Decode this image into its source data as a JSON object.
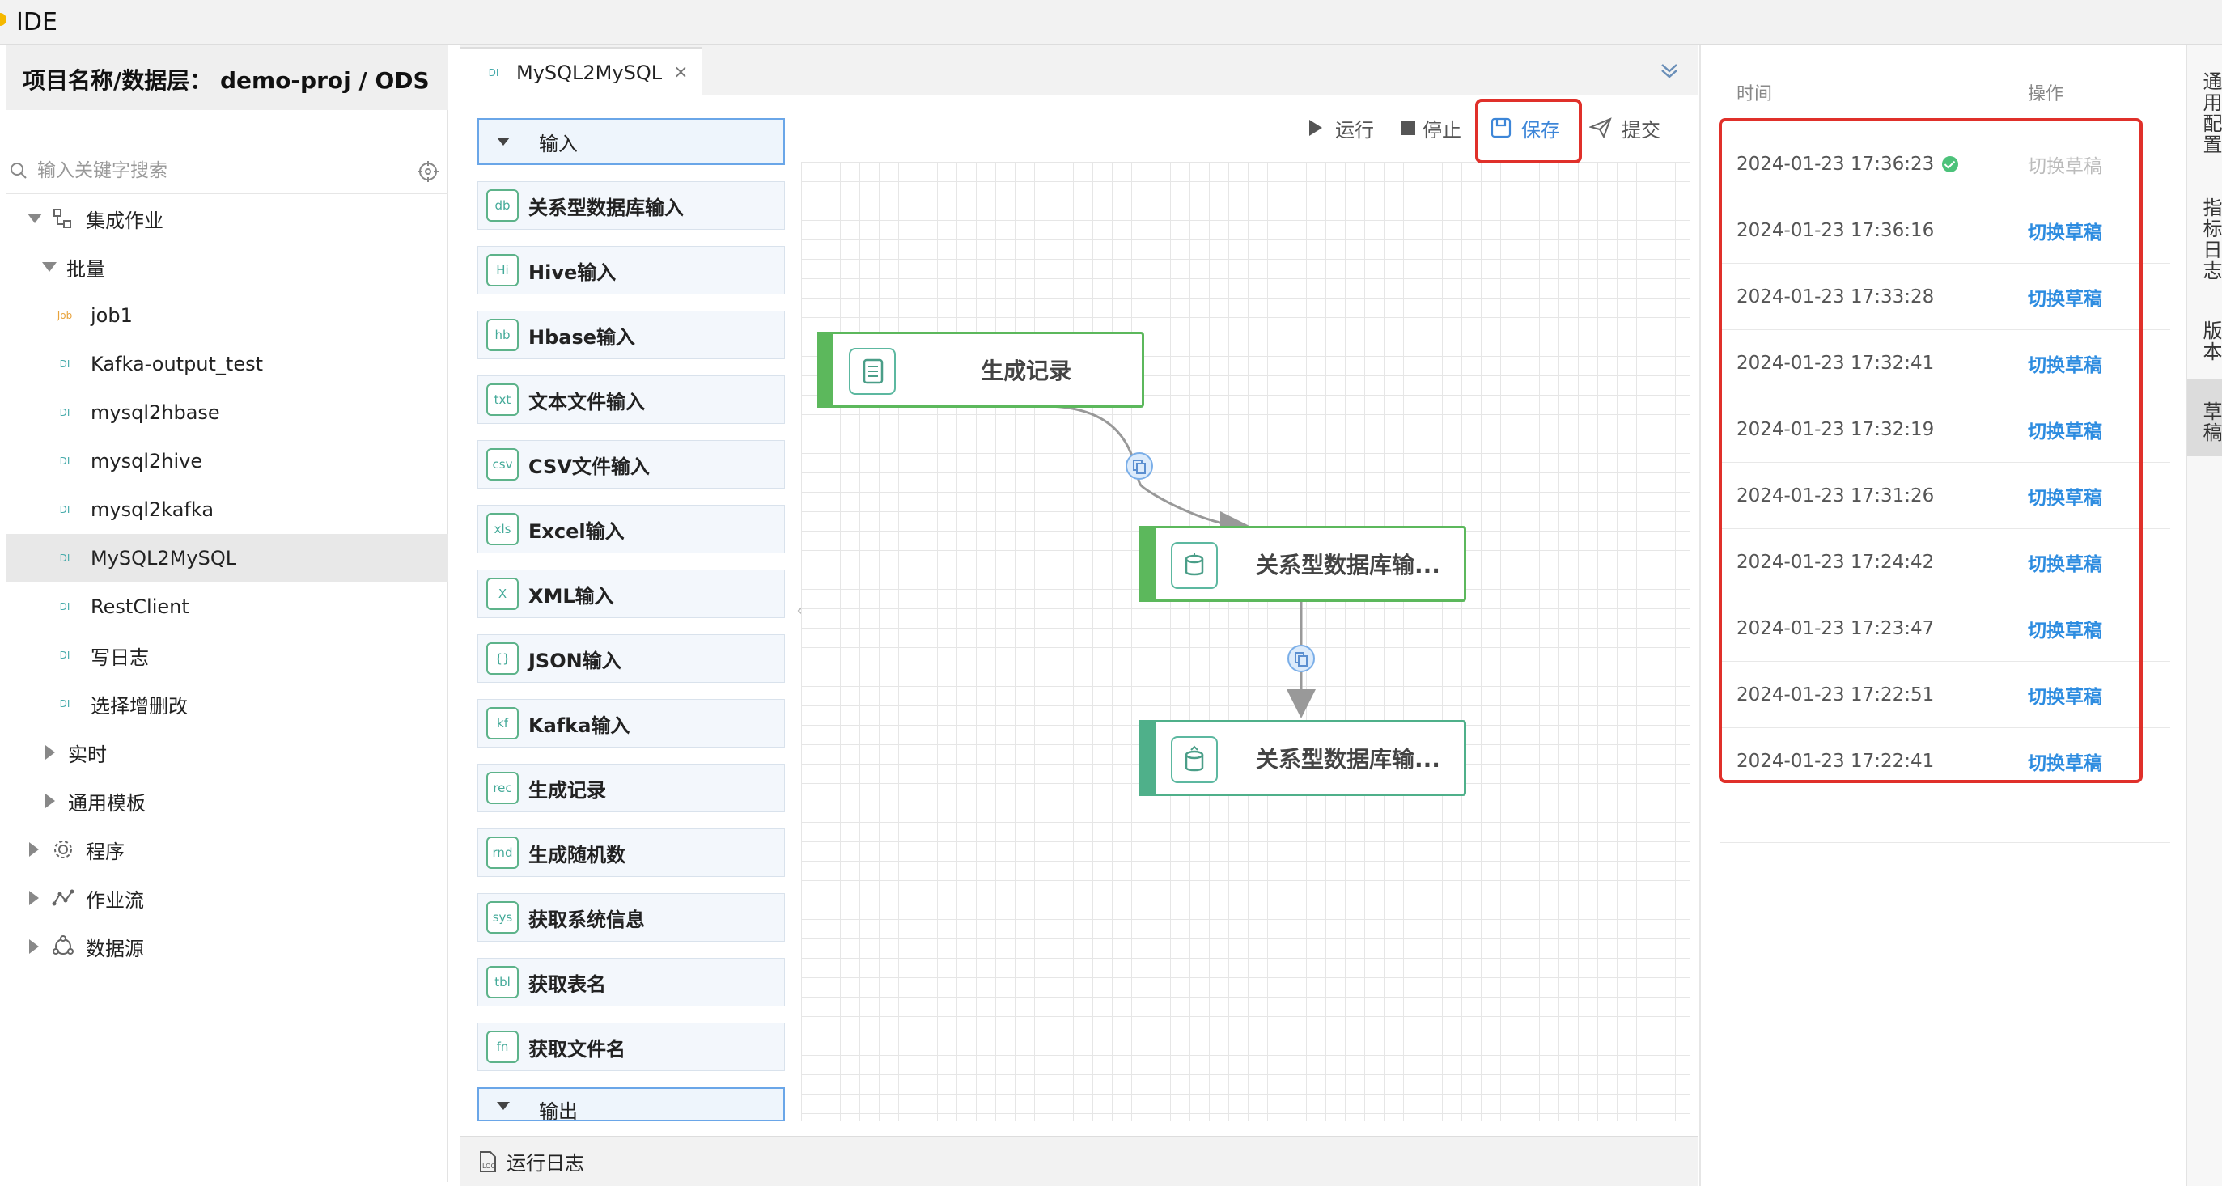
{
  "app": {
    "title": "IDE"
  },
  "sidebar": {
    "project_label": "项目名称/数据层：  demo-proj / ODS",
    "search_placeholder": "输入关键字搜索",
    "tree": {
      "integration": "集成作业",
      "batch": "批量",
      "jobs": [
        {
          "badge": "Job",
          "label": "job1"
        },
        {
          "badge": "DI",
          "label": "Kafka-output_test"
        },
        {
          "badge": "DI",
          "label": "mysql2hbase"
        },
        {
          "badge": "DI",
          "label": "mysql2hive"
        },
        {
          "badge": "DI",
          "label": "mysql2kafka"
        },
        {
          "badge": "DI",
          "label": "MySQL2MySQL"
        },
        {
          "badge": "DI",
          "label": "RestClient"
        },
        {
          "badge": "DI",
          "label": "写日志"
        },
        {
          "badge": "DI",
          "label": "选择增删改"
        }
      ],
      "realtime": "实时",
      "templates": "通用模板",
      "programs": "程序",
      "workflows": "作业流",
      "datasources": "数据源"
    }
  },
  "editor": {
    "tab": {
      "badge": "DI",
      "label": "MySQL2MySQL",
      "close": "×"
    },
    "palette": {
      "input_header": "输入",
      "output_header": "输出",
      "items": [
        {
          "icon": "db",
          "label": "关系型数据库输入"
        },
        {
          "icon": "Hi",
          "label": "Hive输入"
        },
        {
          "icon": "hb",
          "label": "Hbase输入"
        },
        {
          "icon": "txt",
          "label": "文本文件输入"
        },
        {
          "icon": "csv",
          "label": "CSV文件输入"
        },
        {
          "icon": "xls",
          "label": "Excel输入"
        },
        {
          "icon": "X",
          "label": "XML输入"
        },
        {
          "icon": "{}",
          "label": "JSON输入"
        },
        {
          "icon": "kf",
          "label": "Kafka输入"
        },
        {
          "icon": "rec",
          "label": "生成记录"
        },
        {
          "icon": "rnd",
          "label": "生成随机数"
        },
        {
          "icon": "sys",
          "label": "获取系统信息"
        },
        {
          "icon": "tbl",
          "label": "获取表名"
        },
        {
          "icon": "fn",
          "label": "获取文件名"
        }
      ]
    },
    "toolbar": {
      "run": "运行",
      "stop": "停止",
      "save": "保存",
      "submit": "提交"
    },
    "nodes": {
      "n1": "生成记录",
      "n2": "关系型数据库输...",
      "n3": "关系型数据库输..."
    },
    "log_label": "运行日志"
  },
  "drafts": {
    "col_time": "时间",
    "col_op": "操作",
    "rows": [
      {
        "time": "2024-01-23 17:36:23",
        "op": "切换草稿",
        "current": true
      },
      {
        "time": "2024-01-23 17:36:16",
        "op": "切换草稿"
      },
      {
        "time": "2024-01-23 17:33:28",
        "op": "切换草稿"
      },
      {
        "time": "2024-01-23 17:32:41",
        "op": "切换草稿"
      },
      {
        "time": "2024-01-23 17:32:19",
        "op": "切换草稿"
      },
      {
        "time": "2024-01-23 17:31:26",
        "op": "切换草稿"
      },
      {
        "time": "2024-01-23 17:24:42",
        "op": "切换草稿"
      },
      {
        "time": "2024-01-23 17:23:47",
        "op": "切换草稿"
      },
      {
        "time": "2024-01-23 17:22:51",
        "op": "切换草稿"
      },
      {
        "time": "2024-01-23 17:22:41",
        "op": "切换草稿"
      }
    ]
  },
  "vtabs": [
    {
      "label": "通用配置",
      "active": false
    },
    {
      "label": "指标日志",
      "active": false
    },
    {
      "label": "版本",
      "active": false
    },
    {
      "label": "草稿",
      "active": true
    }
  ],
  "colors": {
    "accent": "#2d8ce0",
    "node_green": "#5cb85c",
    "highlight_red": "#e0302a"
  }
}
